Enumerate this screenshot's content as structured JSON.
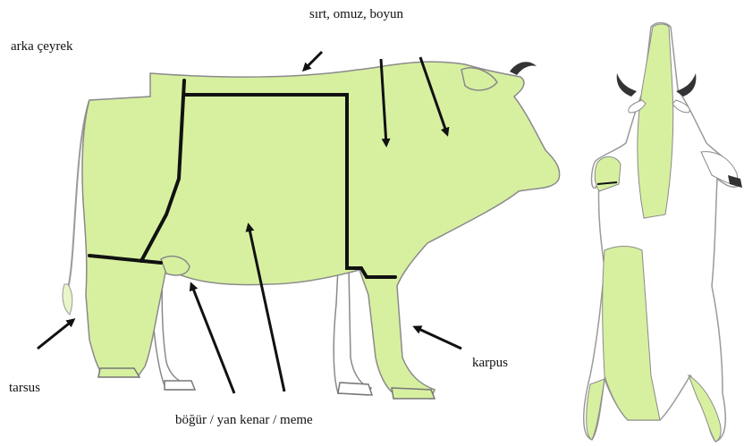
{
  "labels": {
    "hind_quarter": "arka çeyrek",
    "back_shoulder_neck": "sırt, omuz, boyun",
    "tarsus": "tarsus",
    "carpus": "karpus",
    "flank_side_udder": "böğür / yan kenar / meme"
  },
  "colors": {
    "region_fill": "#d7f0a0",
    "outline": "#8a8a8a",
    "boundary_line": "#111111",
    "arrow": "#111111",
    "horn": "#333333",
    "hoof": "#444444",
    "background": "#ffffff"
  }
}
